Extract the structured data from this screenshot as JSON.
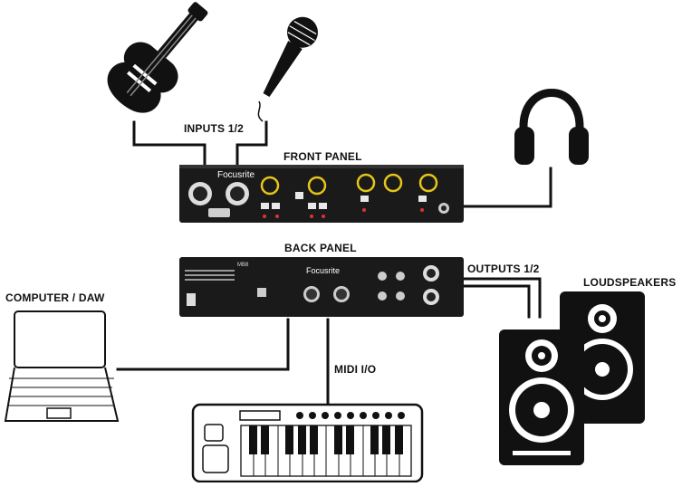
{
  "labels": {
    "inputs": "INPUTS 1/2",
    "front_panel": "FRONT PANEL",
    "back_panel": "BACK PANEL",
    "outputs": "OUTPUTS 1/2",
    "loudspeakers": "LOUDSPEAKERS",
    "computer": "COMPUTER / DAW",
    "midi": "MIDI I/O"
  },
  "device": {
    "brand": "Focusrite",
    "model": "MB8"
  },
  "icons": [
    "guitar-icon",
    "microphone-icon",
    "headphones-icon",
    "laptop-icon",
    "midi-keyboard-icon",
    "loudspeaker-icon"
  ],
  "colors": {
    "line": "#111111",
    "panel": "#1a1a1a",
    "knob": "#e6c619"
  }
}
